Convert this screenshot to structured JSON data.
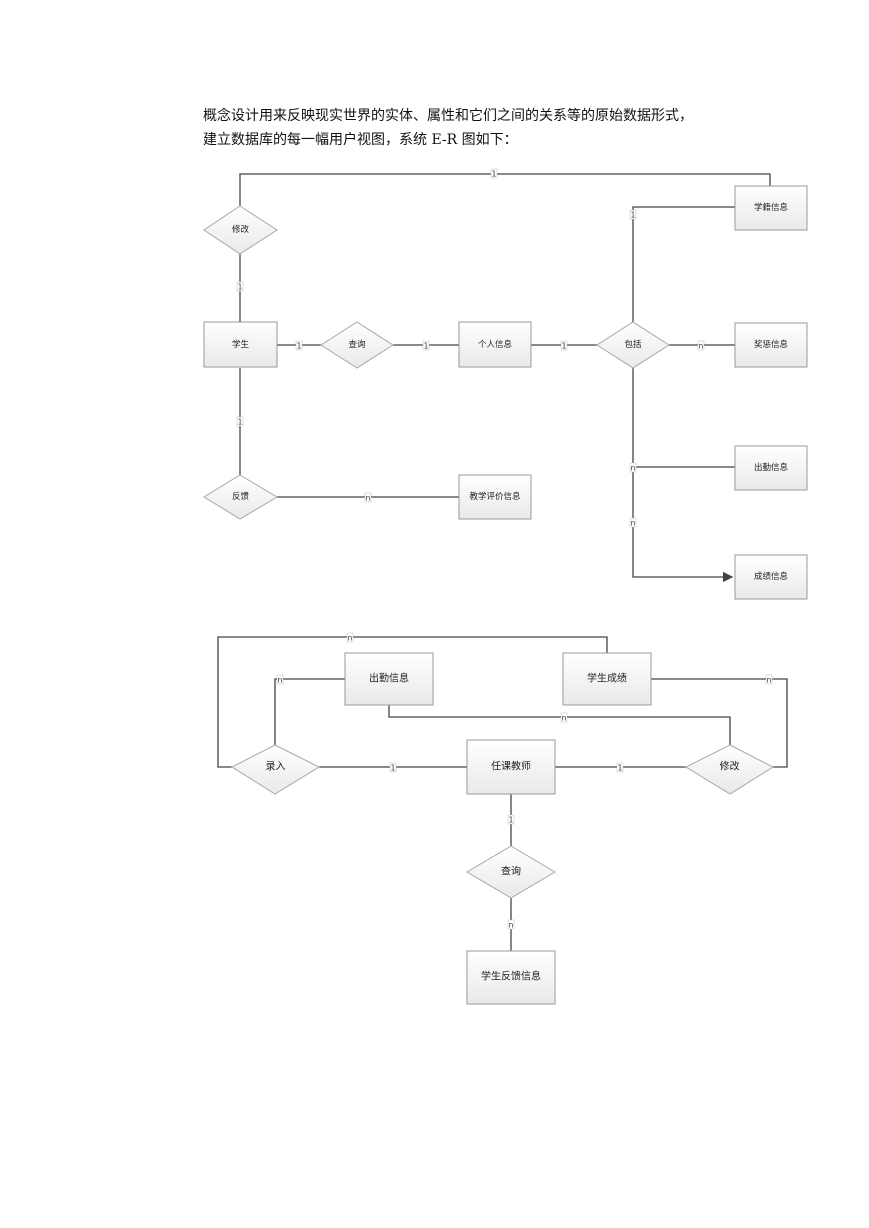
{
  "intro": {
    "line1": "概念设计用来反映现实世界的实体、属性和它们之间的关系等的原始数据形式，",
    "line2": "建立数据库的每一幅用户视图，系统 E-R 图如下："
  },
  "diagram1": {
    "entities": {
      "student": "学生",
      "personal_info": "个人信息",
      "enrollment_info": "学籍信息",
      "reward_info": "奖惩信息",
      "attendance_info": "出勤信息",
      "grade_info": "成绩信息",
      "teaching_eval_info": "教学评价信息"
    },
    "relations": {
      "modify": "修改",
      "query": "查询",
      "include": "包括",
      "feedback": "反馈"
    },
    "cardinalities": {
      "top": "1",
      "enroll": "1",
      "modify_student": "1",
      "student_query": "1",
      "query_info": "1",
      "info_include": "1",
      "include_reward": "n",
      "student_feedback": "1",
      "feedback_eval": "n",
      "include_attendance": "n",
      "include_grade": "n"
    }
  },
  "diagram2": {
    "entities": {
      "attendance_info": "出勤信息",
      "student_grade": "学生成绩",
      "teacher": "任课教师",
      "student_feedback_info": "学生反馈信息"
    },
    "relations": {
      "input": "录入",
      "modify": "修改",
      "query": "查询"
    },
    "cardinalities": {
      "top_loop": "n",
      "input_attendance": "n",
      "grade_modify": "n",
      "attendance_modify": "n",
      "input_teacher": "1",
      "teacher_modify": "1",
      "teacher_query": "1",
      "query_feedback": "n"
    }
  }
}
